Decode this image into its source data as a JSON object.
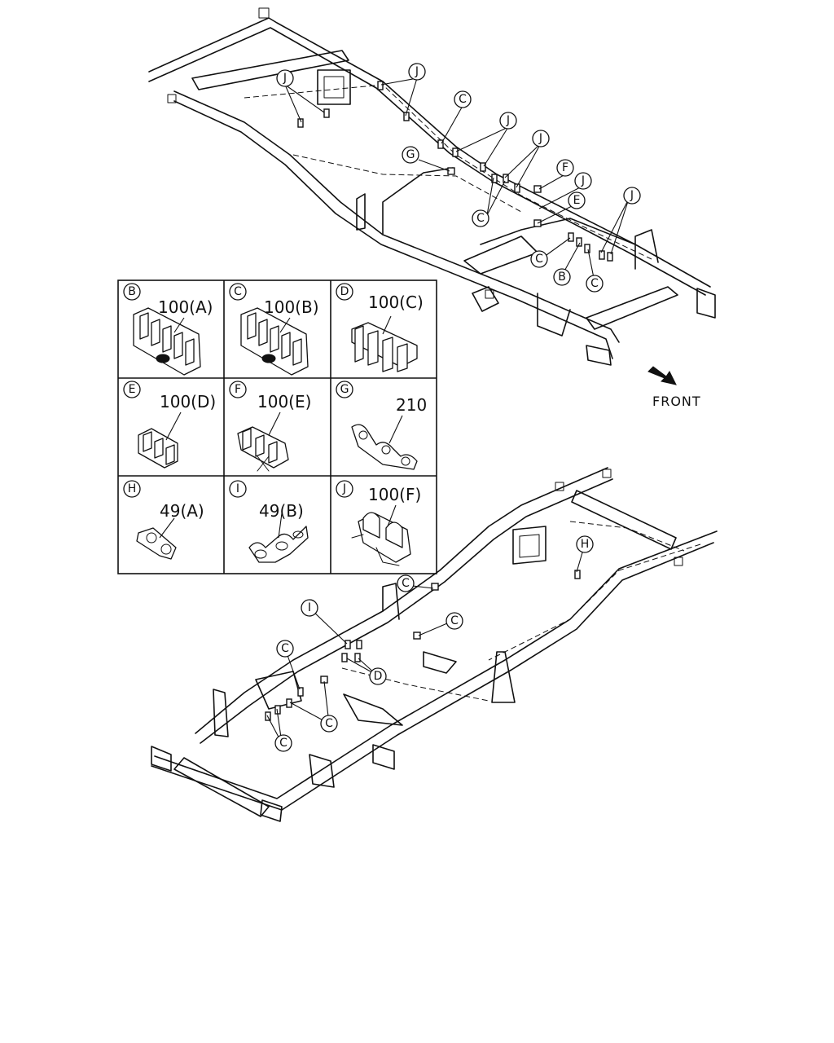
{
  "legend_cells": [
    {
      "letter": "B",
      "part": "100(A)"
    },
    {
      "letter": "C",
      "part": "100(B)"
    },
    {
      "letter": "D",
      "part": "100(C)"
    },
    {
      "letter": "E",
      "part": "100(D)"
    },
    {
      "letter": "F",
      "part": "100(E)"
    },
    {
      "letter": "G",
      "part": "210"
    },
    {
      "letter": "H",
      "part": "49(A)"
    },
    {
      "letter": "I",
      "part": "49(B)"
    },
    {
      "letter": "J",
      "part": "100(F)"
    }
  ],
  "front_label": "FRONT",
  "top_callouts": [
    "J",
    "J",
    "C",
    "J",
    "J",
    "G",
    "F",
    "J",
    "E",
    "J",
    "C",
    "C",
    "B",
    "C"
  ],
  "bottom_callouts": [
    "H",
    "C",
    "C",
    "I",
    "D",
    "C",
    "C",
    "C"
  ]
}
